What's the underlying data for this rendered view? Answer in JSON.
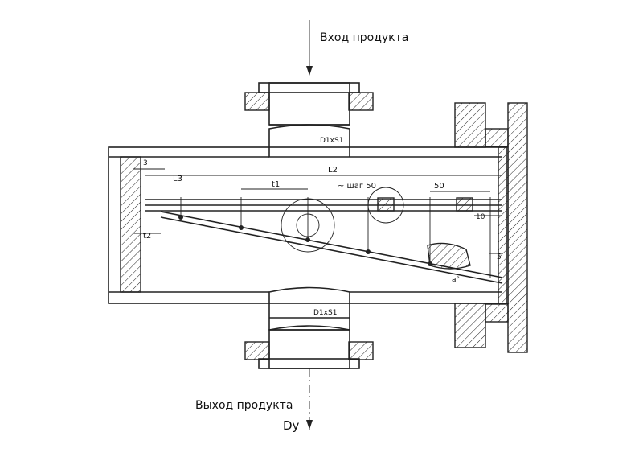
{
  "labels": {
    "inlet": "Вход продукта",
    "outlet": "Выход продукта",
    "nominal_diameter": "Dy",
    "pipe_top": "D1xS1",
    "pipe_bottom": "D1xS1",
    "dim_l2": "L2",
    "dim_l3": "L3",
    "dim_t1": "t1",
    "dim_t2": "t2",
    "dim_3": "3",
    "step": "~ шаг 50",
    "dim_50": "50",
    "dim_10": "10",
    "dim_5": "5",
    "angle": "a°"
  }
}
